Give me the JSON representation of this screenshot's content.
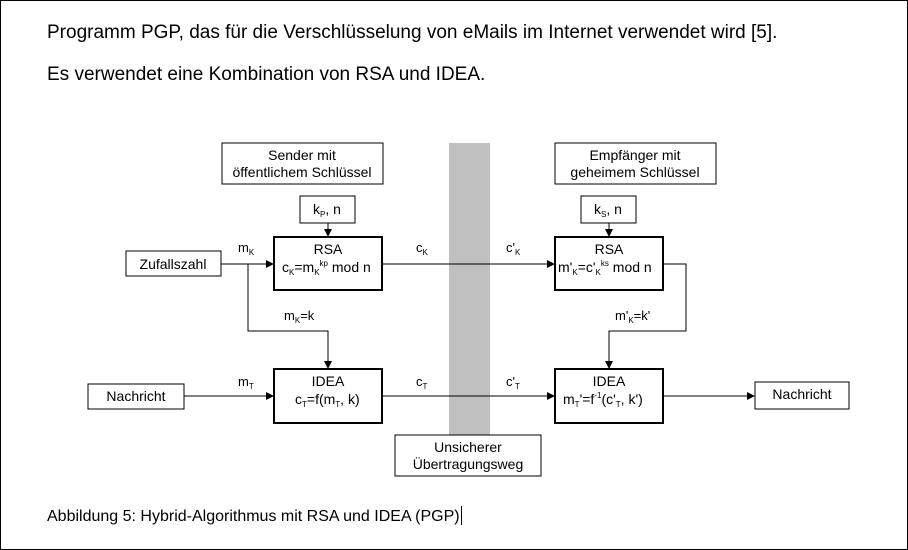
{
  "intro": {
    "line1": "Programm PGP, das für die Verschlüsselung von eMails im Internet verwendet wird [5].",
    "line2": "Es verwendet eine Kombination von RSA und IDEA."
  },
  "caption": "Abbildung 5: Hybrid-Algorithmus mit RSA und IDEA (PGP)",
  "diagram": {
    "sender_box": [
      "Sender mit",
      "öffentlichem Schlüssel"
    ],
    "receiver_box": [
      "Empfänger mit",
      "geheimem Schlüssel"
    ],
    "channel_box": [
      "Unsicherer",
      "Übertragungsweg"
    ],
    "zufallszahl": "Zufallszahl",
    "nachricht_in": "Nachricht",
    "nachricht_out": "Nachricht",
    "rsa_left_title": "RSA",
    "rsa_right_title": "RSA",
    "idea_left_title": "IDEA",
    "idea_right_title": "IDEA",
    "mod_n": "mod n",
    "channel_color": "#c0c0c0"
  }
}
